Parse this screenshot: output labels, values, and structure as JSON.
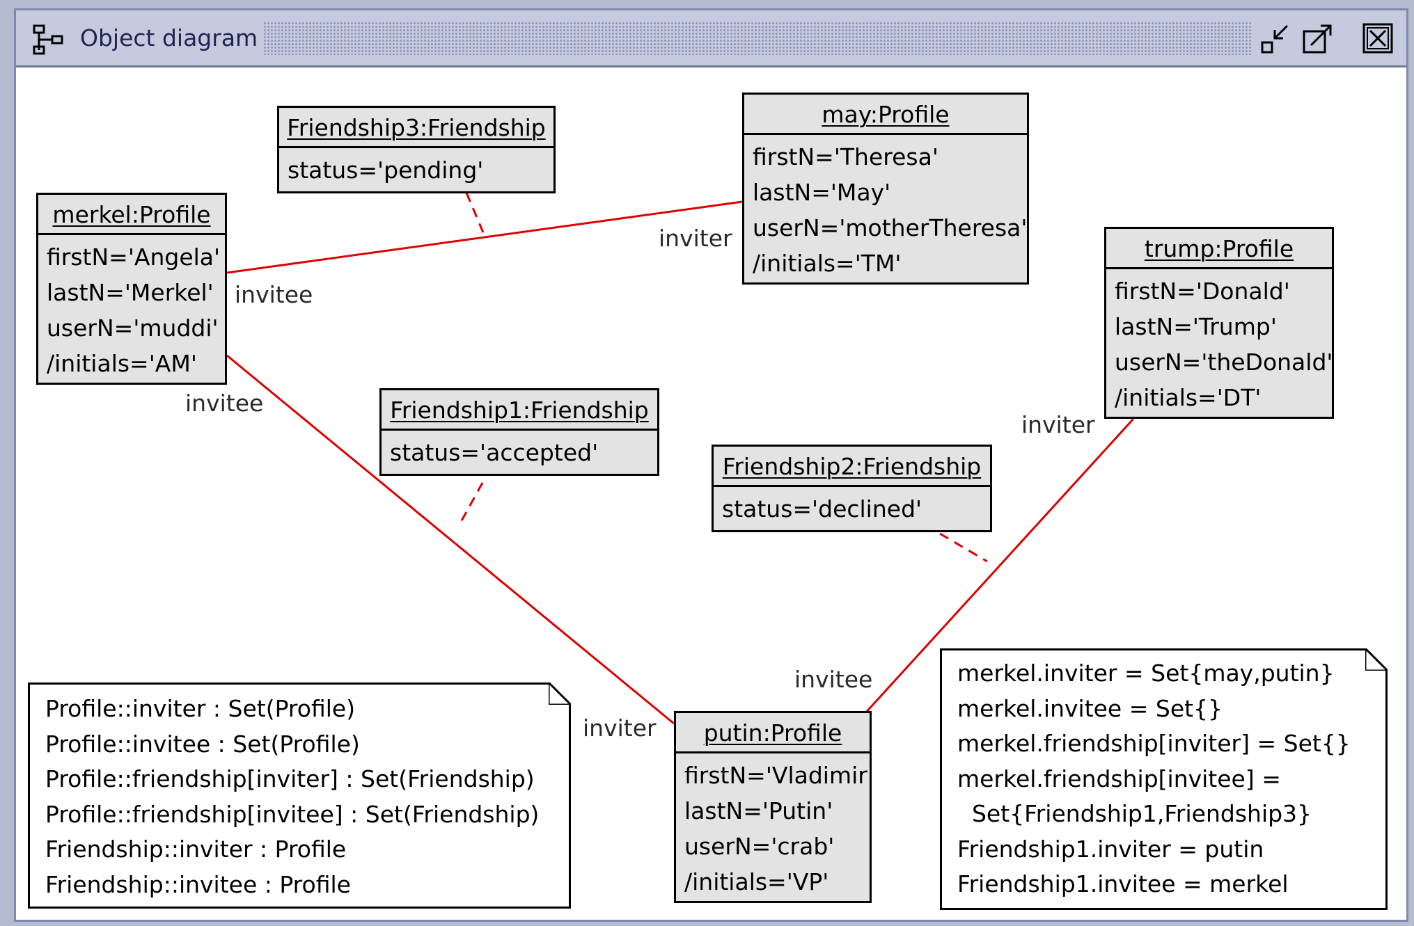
{
  "window": {
    "title": "Object diagram",
    "icons": {
      "title": "object-diagram-icon",
      "minimize": "minimize-icon",
      "maximize": "maximize-icon",
      "close": "close-icon"
    }
  },
  "colors": {
    "link": "#dd0000",
    "object_fill": "#e3e3e3",
    "titlebar": "#c5cadf",
    "frame": "#8088ad"
  },
  "objects": {
    "friendship3": {
      "name": "Friendship3:Friendship",
      "attrs": [
        "status='pending'"
      ]
    },
    "may": {
      "name": "may:Profile",
      "attrs": [
        "firstN='Theresa'",
        "lastN='May'",
        "userN='motherTheresa'",
        "/initials='TM'"
      ]
    },
    "merkel": {
      "name": "merkel:Profile",
      "attrs": [
        "firstN='Angela'",
        "lastN='Merkel'",
        "userN='muddi'",
        "/initials='AM'"
      ]
    },
    "trump": {
      "name": "trump:Profile",
      "attrs": [
        "firstN='Donald'",
        "lastN='Trump'",
        "userN='theDonald'",
        "/initials='DT'"
      ]
    },
    "friendship1": {
      "name": "Friendship1:Friendship",
      "attrs": [
        "status='accepted'"
      ]
    },
    "friendship2": {
      "name": "Friendship2:Friendship",
      "attrs": [
        "status='declined'"
      ]
    },
    "putin": {
      "name": "putin:Profile",
      "attrs": [
        "firstN='Vladimir'",
        "lastN='Putin'",
        "userN='crab'",
        "/initials='VP'"
      ]
    }
  },
  "roles": {
    "may_merkel_inviter": "inviter",
    "may_merkel_invitee": "invitee",
    "merkel_putin_invitee": "invitee",
    "merkel_putin_inviter": "inviter",
    "trump_putin_inviter": "inviter",
    "trump_putin_invitee": "invitee"
  },
  "notes": {
    "left": [
      "Profile::inviter : Set(Profile)",
      "Profile::invitee : Set(Profile)",
      "Profile::friendship[inviter] : Set(Friendship)",
      "Profile::friendship[invitee] : Set(Friendship)",
      "Friendship::inviter : Profile",
      "Friendship::invitee : Profile"
    ],
    "right": [
      "merkel.inviter = Set{may,putin}",
      "merkel.invitee = Set{}",
      "merkel.friendship[inviter] = Set{}",
      "merkel.friendship[invitee] =",
      "  Set{Friendship1,Friendship3}",
      "Friendship1.inviter = putin",
      "Friendship1.invitee = merkel"
    ]
  }
}
